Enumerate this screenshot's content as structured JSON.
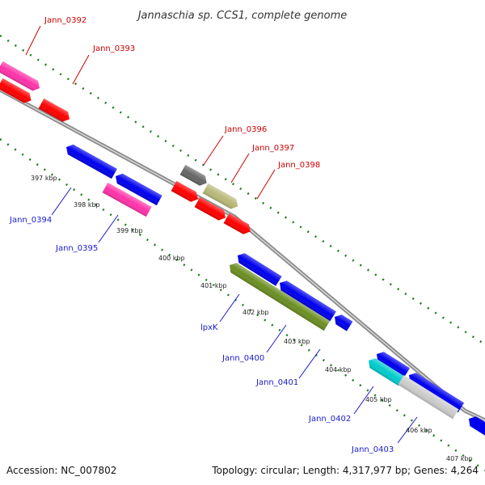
{
  "title": "Jannaschia sp. CCS1, complete genome",
  "footer": {
    "accession": "Accession: NC_007802",
    "summary": "Topology: circular; Length: 4,317,977 bp; Genes: 4,264"
  },
  "colors": {
    "backbone": "#8a8a8a",
    "tick_dots": "#1f7a1f",
    "label_red": "#cc0000",
    "label_blue": "#1a1acc"
  },
  "ticks": [
    "397 kbp",
    "398 kbp",
    "399 kbp",
    "400 kbp",
    "401 kbp",
    "402 kbp",
    "403 kbp",
    "404 kbp",
    "405 kbp",
    "406 kbp",
    "407 kbp"
  ],
  "gene_labels_forward": [
    "Jann_0392",
    "Jann_0393",
    "Jann_0396",
    "Jann_0397",
    "Jann_0398"
  ],
  "gene_labels_reverse": [
    "Jann_0394",
    "Jann_0395",
    "lpxK",
    "Jann_0400",
    "Jann_0401",
    "Jann_0402",
    "Jann_0403"
  ],
  "features": [
    {
      "name": "Jann_0392",
      "strand": "forward",
      "color": "#ff33aa"
    },
    {
      "name": "Jann_0393",
      "strand": "forward",
      "color": "#ff0000"
    },
    {
      "name": "Jann_0394",
      "strand": "reverse",
      "color": "#0000ee"
    },
    {
      "name": "Jann_0395",
      "strand": "reverse",
      "color": "#ff33aa"
    },
    {
      "name": "Jann_0396",
      "strand": "forward",
      "color": "#666666"
    },
    {
      "name": "Jann_0397",
      "strand": "forward",
      "color": "#b8b878"
    },
    {
      "name": "Jann_0398",
      "strand": "forward",
      "color": "#ff0000"
    },
    {
      "name": "lpxK",
      "strand": "reverse",
      "color": "#0000ee"
    },
    {
      "name": "Jann_0400",
      "strand": "reverse",
      "color": "#6b8e23"
    },
    {
      "name": "Jann_0401",
      "strand": "reverse",
      "color": "#0000ee"
    },
    {
      "name": "Jann_0402",
      "strand": "reverse",
      "color": "#00cccc"
    },
    {
      "name": "Jann_0403",
      "strand": "reverse",
      "color": "#cccccc"
    }
  ]
}
